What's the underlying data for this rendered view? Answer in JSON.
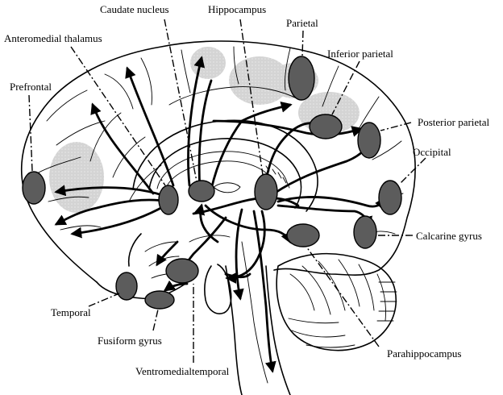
{
  "labels": {
    "caudate_nucleus": "Caudate nucleus",
    "hippocampus": "Hippocampus",
    "parietal": "Parietal",
    "anteromedial_thalamus": "Anteromedial thalamus",
    "inferior_parietal": "Inferior parietal",
    "prefrontal": "Prefrontal",
    "posterior_parietal": "Posterior parietal",
    "occipital": "Occipital",
    "calcarine_gyrus": "Calcarine gyrus",
    "temporal": "Temporal",
    "fusiform_gyrus": "Fusiform gyrus",
    "ventromedialtemporal": "Ventromedialtemporal",
    "parahippocampus": "Parahippocampus"
  },
  "colors": {
    "region_fill": "#5c5c5c",
    "shaded_area": "#d2d2d2",
    "line": "#000000",
    "background": "#ffffff"
  }
}
